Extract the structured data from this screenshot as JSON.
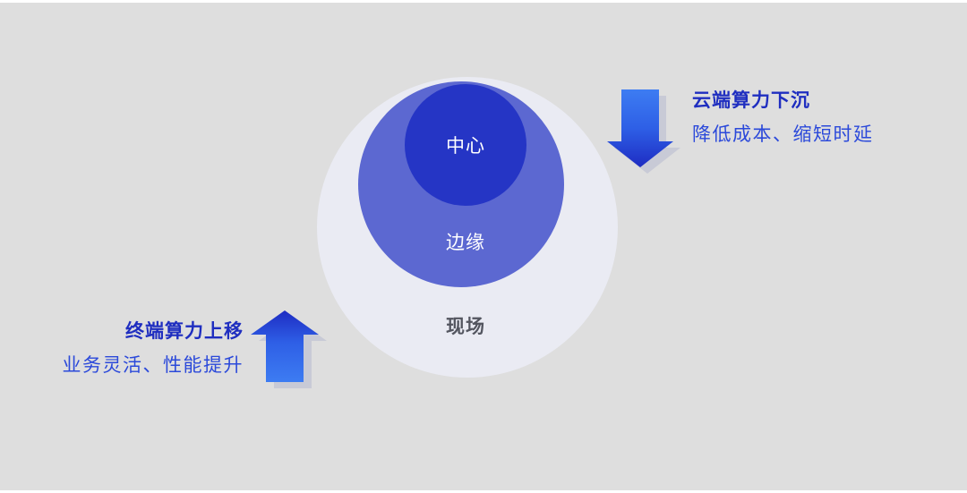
{
  "canvas": {
    "page_background": "#ffffff",
    "background": "#dedede"
  },
  "diagram": {
    "layers": [
      {
        "label": "中心",
        "color": "#2535c5",
        "label_color": "#ffffff"
      },
      {
        "label": "边缘",
        "color": "#5c68d1",
        "label_color": "#ffffff"
      },
      {
        "label": "现场",
        "color": "#eaebf3",
        "label_color": "#53555f"
      }
    ]
  },
  "annotations": {
    "cloud_down": {
      "title": "云端算力下沉",
      "subtitle": "降低成本、缩短时延",
      "arrow_icon": "down-arrow-icon"
    },
    "terminal_up": {
      "title": "终端算力上移",
      "subtitle": "业务灵活、性能提升",
      "arrow_icon": "up-arrow-icon"
    }
  },
  "colors": {
    "title_text": "#1f2ec0",
    "subtitle_text": "#2b49da",
    "arrow_gradient_light": "#3d7cf2",
    "arrow_gradient_mid": "#2e5fe6",
    "arrow_gradient_dark": "#1e2cc2",
    "arrow_shadow": "#c5c8d5"
  }
}
